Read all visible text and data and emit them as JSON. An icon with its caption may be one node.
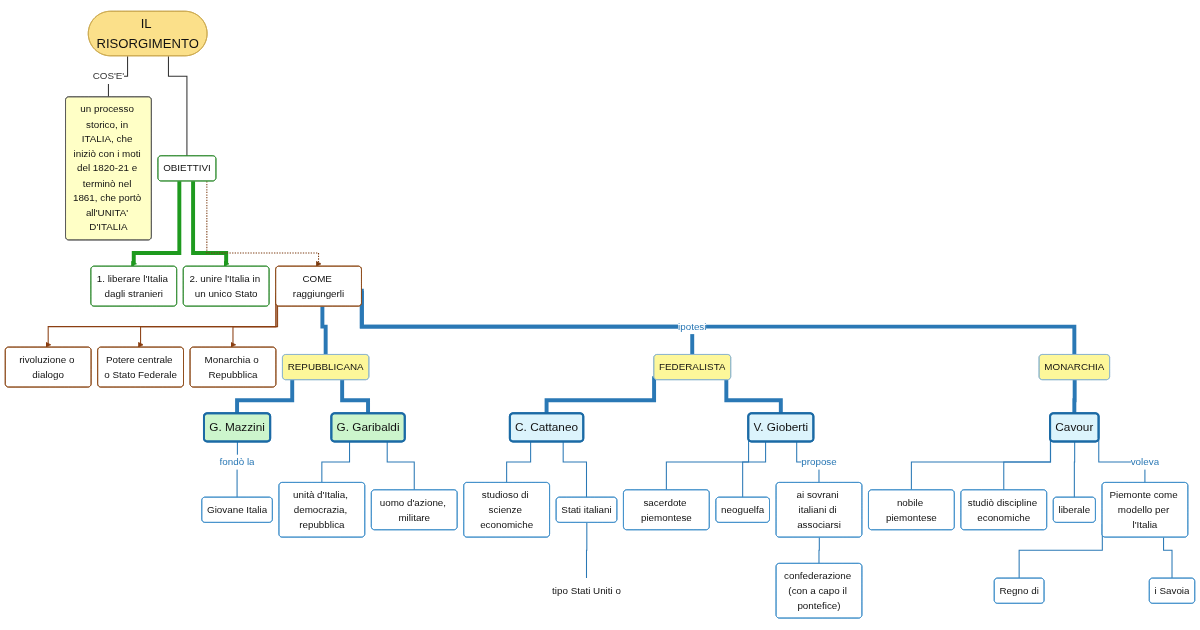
{
  "diagram": {
    "nodes": [
      {
        "text": [
          "IL RISORGIMENTO"
        ]
      },
      {
        "text": [
          "un processo storico, in ITALIA, che iniziò con i moti del 1820-21 e terminò nel 1861, che portò all'UNITA' D'ITALIA"
        ]
      },
      {
        "text": [
          "OBIETTIVI"
        ]
      },
      {
        "text": [
          "1. liberare l'Italia dagli stranieri"
        ]
      },
      {
        "text": [
          "2. unire l'Italia in un unico Stato"
        ]
      },
      {
        "text": [
          "COME raggiungerli"
        ]
      },
      {
        "text": [
          "rivoluzione o dialogo"
        ]
      },
      {
        "text": [
          "Potere centrale o Stato Federale"
        ]
      },
      {
        "text": [
          "Monarchia o Repubblica"
        ]
      },
      {
        "text": [
          "REPUBBLICANA"
        ]
      },
      {
        "text": [
          "FEDERALISTA"
        ]
      },
      {
        "text": [
          "MONARCHIA"
        ]
      },
      {
        "text": [
          "G. Mazzini"
        ]
      },
      {
        "text": [
          "G. Garibaldi"
        ]
      },
      {
        "text": [
          "Giovane Italia"
        ]
      },
      {
        "text": [
          "unità d'Italia, democrazia, repubblica"
        ]
      },
      {
        "text": [
          "uomo d'azione, militare"
        ]
      },
      {
        "text": [
          "C. Cattaneo"
        ]
      },
      {
        "text": [
          "V. Gioberti"
        ]
      },
      {
        "text": [
          "studioso di scienze economiche"
        ]
      },
      {
        "text": [
          "Stati italiani"
        ]
      },
      {
        "text": [
          "tipo Stati Uniti o"
        ]
      },
      {
        "text": [
          "sacerdote piemontese"
        ]
      },
      {
        "text": [
          "neoguelfa"
        ]
      },
      {
        "text": [
          "ai sovrani italiani di associarsi"
        ]
      },
      {
        "text": [
          "confederazione (con a capo il pontefice)"
        ]
      },
      {
        "text": [
          "Cavour"
        ]
      },
      {
        "text": [
          "nobile piemontese"
        ]
      },
      {
        "text": [
          "studiò discipline economiche"
        ]
      },
      {
        "text": [
          "liberale"
        ]
      },
      {
        "text": [
          "Piemonte come modello per l'Italia"
        ]
      },
      {
        "text": [
          "Regno di"
        ]
      },
      {
        "text": [
          "i Savoia"
        ]
      }
    ],
    "edges": [
      {
        "from": 0,
        "to": 1,
        "arrow": "none",
        "label": "COS'E'",
        "color": "#333333"
      },
      {
        "from": 0,
        "to": 2,
        "arrow": "none",
        "color": "#333333"
      },
      {
        "from": 2,
        "to": 3,
        "arrow": "to",
        "style": "thick",
        "color": "#1e9a1e"
      },
      {
        "from": 2,
        "to": 4,
        "arrow": "to",
        "style": "thick",
        "color": "#1e9a1e"
      },
      {
        "from": 2,
        "to": 5,
        "arrow": "to",
        "style": "dashed",
        "color": "#7a3a10"
      },
      {
        "from": 5,
        "to": 6,
        "arrow": "to",
        "color": "#8b3f12"
      },
      {
        "from": 5,
        "to": 7,
        "arrow": "to",
        "color": "#8b3f12"
      },
      {
        "from": 5,
        "to": 8,
        "arrow": "to",
        "color": "#8b3f12"
      },
      {
        "from": 5,
        "to": 9,
        "arrow": "none",
        "style": "thick"
      },
      {
        "from": 5,
        "to": 10,
        "arrow": "none",
        "style": "thick",
        "label": "ipotesi"
      },
      {
        "from": 5,
        "to": 11,
        "arrow": "none",
        "style": "thick"
      },
      {
        "from": 9,
        "to": 12,
        "arrow": "none",
        "style": "thick"
      },
      {
        "from": 9,
        "to": 13,
        "arrow": "none",
        "style": "thick"
      },
      {
        "from": 12,
        "to": 14,
        "arrow": "none",
        "label": "fondò la"
      },
      {
        "from": 13,
        "to": 15,
        "arrow": "none"
      },
      {
        "from": 13,
        "to": 16,
        "arrow": "none"
      },
      {
        "from": 10,
        "to": 17,
        "arrow": "none",
        "style": "thick"
      },
      {
        "from": 10,
        "to": 18,
        "arrow": "none",
        "style": "thick"
      },
      {
        "from": 17,
        "to": 19,
        "arrow": "none"
      },
      {
        "from": 17,
        "to": 20,
        "arrow": "none"
      },
      {
        "from": 20,
        "to": 21,
        "arrow": "none"
      },
      {
        "from": 18,
        "to": 22,
        "arrow": "none"
      },
      {
        "from": 18,
        "to": 23,
        "arrow": "none"
      },
      {
        "from": 18,
        "to": 24,
        "arrow": "none",
        "label": "propose"
      },
      {
        "from": 24,
        "to": 25,
        "arrow": "none"
      },
      {
        "from": 11,
        "to": 26,
        "arrow": "none",
        "style": "thick"
      },
      {
        "from": 26,
        "to": 27,
        "arrow": "none"
      },
      {
        "from": 26,
        "to": 28,
        "arrow": "none"
      },
      {
        "from": 26,
        "to": 29,
        "arrow": "none"
      },
      {
        "from": 26,
        "to": 30,
        "arrow": "none",
        "label": "voleva"
      },
      {
        "from": 30,
        "to": 31,
        "arrow": "none"
      },
      {
        "from": 30,
        "to": 32,
        "arrow": "none"
      }
    ]
  }
}
